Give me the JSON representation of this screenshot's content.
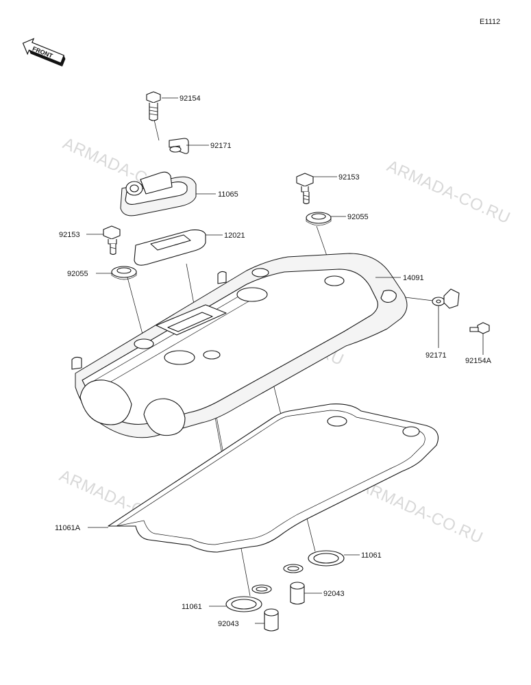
{
  "diagram_code": "E1112",
  "front_arrow_label": "FRONT",
  "watermark_text": "ARMADA-CO.RU",
  "parts": {
    "p92154": "92154",
    "p92171_top": "92171",
    "p11065": "11065",
    "p92153_right": "92153",
    "p92055_right": "92055",
    "p92153_left": "92153",
    "p12021": "12021",
    "p92055_left": "92055",
    "p14091": "14091",
    "p92171_side": "92171",
    "p92154A": "92154A",
    "p11061A": "11061A",
    "p11061_right": "11061",
    "p92043_right": "92043",
    "p11061_left": "11061",
    "p92043_left": "92043"
  }
}
